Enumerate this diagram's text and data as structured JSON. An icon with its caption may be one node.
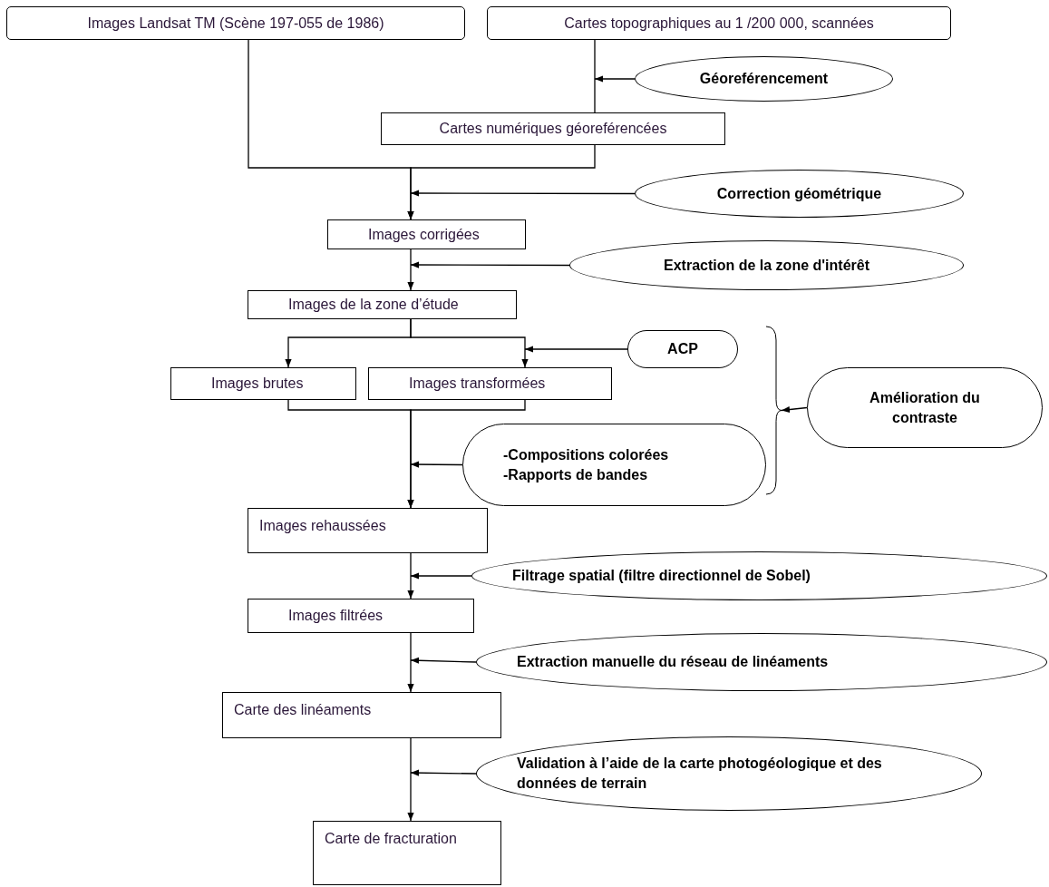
{
  "diagram": {
    "nodes": [
      {
        "text": [
          "Images Landsat TM (Scène 197-055 de 1986)"
        ]
      },
      {
        "text": [
          "Cartes topographiques au 1 /200 000, scannées"
        ]
      },
      {
        "text": [
          "Géoreférencement"
        ]
      },
      {
        "text": [
          "Cartes numériques géoreférencées"
        ]
      },
      {
        "text": [
          "Correction géométrique"
        ]
      },
      {
        "text": [
          "Images corrigées"
        ]
      },
      {
        "text": [
          "Extraction  de la zone d'intérêt"
        ]
      },
      {
        "text": [
          "Images de la zone d’étude"
        ]
      },
      {
        "text": [
          "ACP"
        ]
      },
      {
        "text": [
          "Images brutes"
        ]
      },
      {
        "text": [
          "Images transformées"
        ]
      },
      {
        "text": [
          "Amélioration du contraste"
        ]
      },
      {
        "text": [
          "-Compositions colorées",
          "-Rapports de bandes"
        ]
      },
      {
        "text": [
          "Images rehaussées"
        ]
      },
      {
        "text": [
          "Filtrage spatial (filtre directionnel de Sobel)"
        ]
      },
      {
        "text": [
          "Images filtrées"
        ]
      },
      {
        "text": [
          "Extraction manuelle du réseau de linéaments"
        ]
      },
      {
        "text": [
          "Carte des linéaments"
        ]
      },
      {
        "text": [
          "Validation à l’aide de la carte photogéologique et des données de terrain"
        ]
      },
      {
        "text": [
          "Carte de fracturation"
        ]
      },
      {
        "text": [],
        "shape": "brace"
      }
    ],
    "edges": [
      {
        "from": 1,
        "to": 3,
        "arrow": "none"
      },
      {
        "from": 0,
        "to": 5,
        "arrow": "to"
      },
      {
        "from": 3,
        "to": 5,
        "arrow": "to"
      },
      {
        "from": 2,
        "to": null,
        "arrow": "to"
      },
      {
        "from": 4,
        "to": 5,
        "arrow": "to"
      },
      {
        "from": 5,
        "to": 7,
        "arrow": "to"
      },
      {
        "from": 6,
        "to": 5,
        "arrow": "to"
      },
      {
        "from": 7,
        "to": 9,
        "arrow": "to"
      },
      {
        "from": 7,
        "to": 10,
        "arrow": "to"
      },
      {
        "from": 8,
        "to": 10,
        "arrow": "to"
      },
      {
        "from": 9,
        "to": 13,
        "arrow": "to"
      },
      {
        "from": 10,
        "to": 13,
        "arrow": "to"
      },
      {
        "from": 12,
        "to": null,
        "arrow": "to"
      },
      {
        "from": 13,
        "to": 15,
        "arrow": "to"
      },
      {
        "from": 14,
        "to": 15,
        "arrow": "to"
      },
      {
        "from": 15,
        "to": 17,
        "arrow": "to"
      },
      {
        "from": 16,
        "to": null,
        "arrow": "to"
      },
      {
        "from": 17,
        "to": 19,
        "arrow": "to"
      },
      {
        "from": 18,
        "to": null,
        "arrow": "to"
      },
      {
        "from": 11,
        "to": 20,
        "arrow": "to"
      }
    ]
  }
}
